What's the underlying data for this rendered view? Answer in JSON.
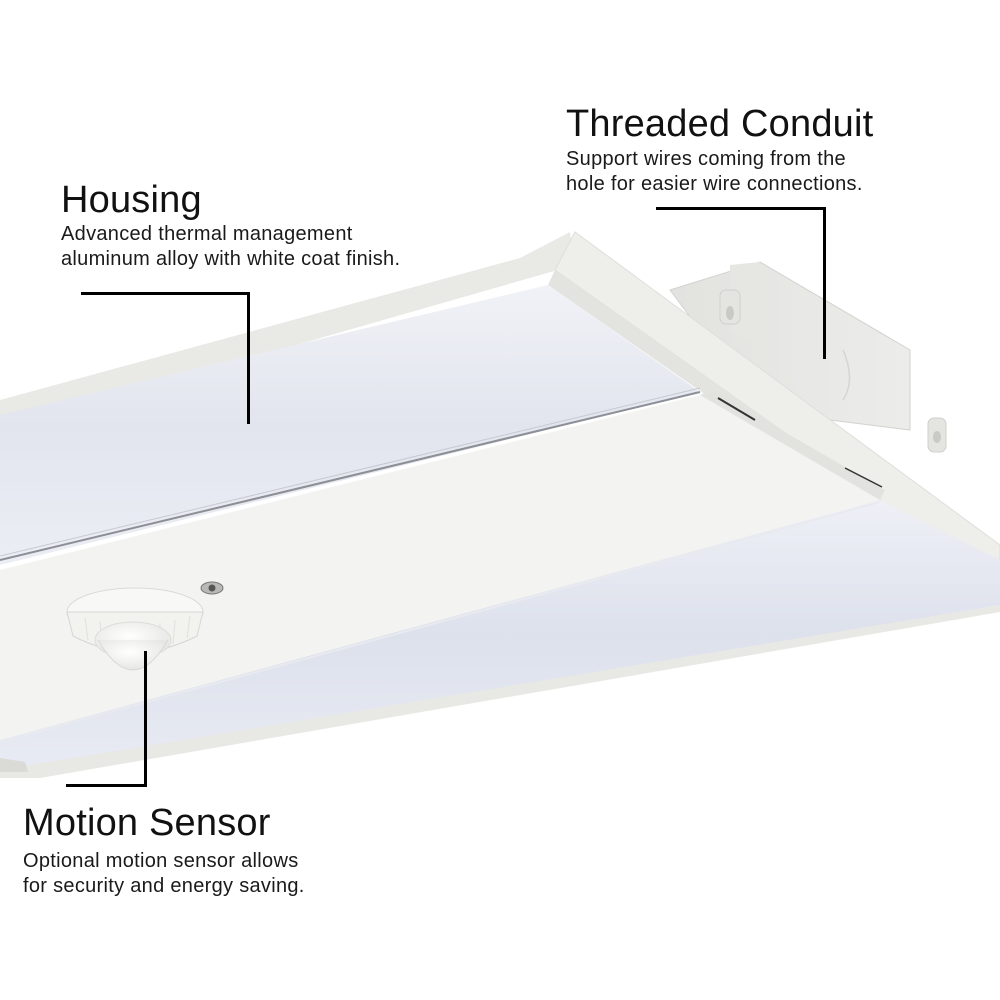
{
  "callouts": {
    "threaded_conduit": {
      "title": "Threaded Conduit",
      "desc_line1": "Support wires coming from the",
      "desc_line2": "hole for easier wire connections."
    },
    "housing": {
      "title": "Housing",
      "desc_line1": "Advanced thermal management",
      "desc_line2": "aluminum alloy with white coat finish."
    },
    "motion_sensor": {
      "title": "Motion Sensor",
      "desc_line1": "Optional motion sensor allows",
      "desc_line2": "for security and energy saving."
    }
  },
  "product": {
    "image_subject": "LED linear high bay light fixture",
    "colors": {
      "housing": "#eeeeec",
      "housing_shadow": "#dcdcda",
      "lens": "#e3e6ef",
      "lens_highlight": "#f3f4f8",
      "leader_line": "#000000"
    }
  }
}
